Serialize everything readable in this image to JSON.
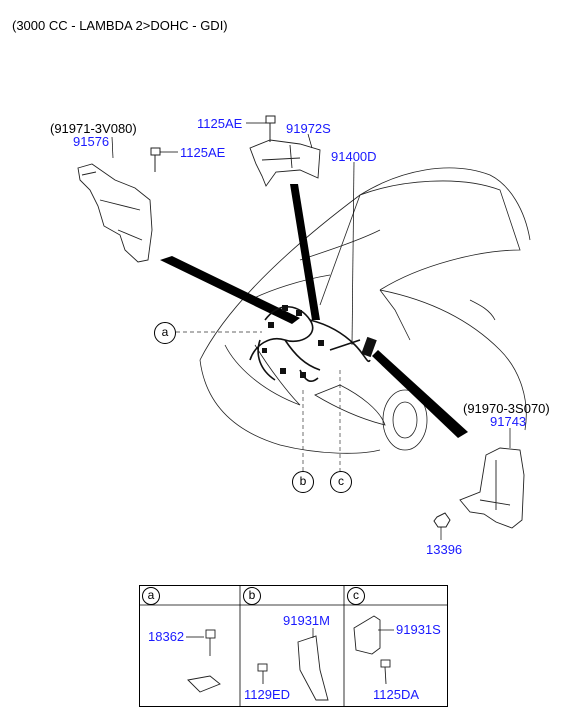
{
  "header": {
    "engine_note": "(3000 CC - LAMBDA 2>DOHC - GDI)"
  },
  "parts": {
    "bracket_left_ref": "(91971-3V080)",
    "bracket_left_no": "91576",
    "bolt_left": "1125AE",
    "bolt_top": "1125AE",
    "bracket_top": "91972S",
    "harness_main": "91400D",
    "bracket_right_ref": "(91970-3S070)",
    "bracket_right_no": "91743",
    "nut_right": "13396"
  },
  "callouts": {
    "a": "a",
    "b": "b",
    "c": "c"
  },
  "detail_table": {
    "headers": [
      "a",
      "b",
      "c"
    ],
    "a": {
      "part": "18362"
    },
    "b": {
      "bracket": "91931M",
      "bolt": "1129ED"
    },
    "c": {
      "bracket": "91931S",
      "bolt": "1125DA"
    }
  }
}
